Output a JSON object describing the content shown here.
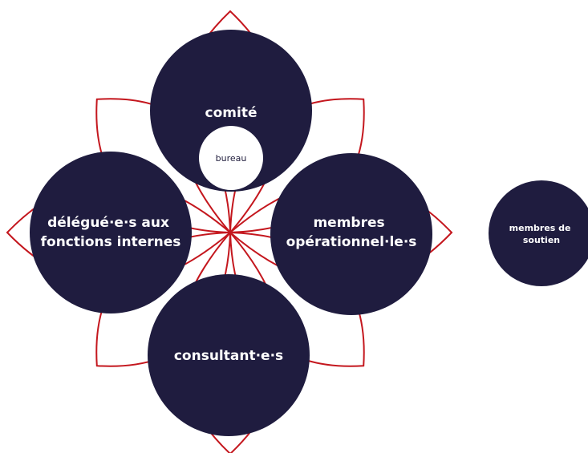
{
  "colors": {
    "circle_fill": "#1f1c3f",
    "petal_stroke": "#c4171e",
    "bureau_fill": "#ffffff",
    "label_text": "#ffffff",
    "bureau_text": "#23203f"
  },
  "nodes": {
    "comite": {
      "label": "comité"
    },
    "bureau": {
      "label": "bureau"
    },
    "delegues": {
      "line1": "délégué·e·s aux",
      "line2": "fonctions internes"
    },
    "membres_operationnels": {
      "line1": "membres",
      "line2": "opérationnel·le·s"
    },
    "consultants": {
      "label": "consultant·e·s"
    },
    "membres_soutien": {
      "line1": "membres de",
      "line2": "soutien"
    }
  }
}
